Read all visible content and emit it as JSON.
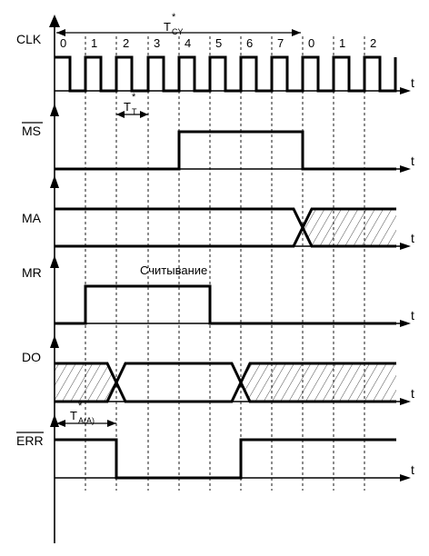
{
  "signals": [
    {
      "id": "clk",
      "label": "CLK",
      "overline": false
    },
    {
      "id": "ms",
      "label": "MS",
      "overline": true
    },
    {
      "id": "ma",
      "label": "MA",
      "overline": false
    },
    {
      "id": "mr",
      "label": "MR",
      "overline": false
    },
    {
      "id": "do",
      "label": "DO",
      "overline": false
    },
    {
      "id": "err",
      "label": "ERR",
      "overline": true
    }
  ],
  "time_axis_label": "t",
  "clock_ticks": [
    "0",
    "1",
    "2",
    "3",
    "4",
    "5",
    "6",
    "7",
    "0",
    "1",
    "2"
  ],
  "annotations": {
    "tcy_main": "T",
    "tcy_sub": "CY",
    "tcy_star": "*",
    "tt_main": "T",
    "tt_sub": "T",
    "tt_star": "*",
    "ta_main": "T",
    "ta_sub": "A(A)",
    "ta_star": "*",
    "read_label": "Считывание"
  }
}
